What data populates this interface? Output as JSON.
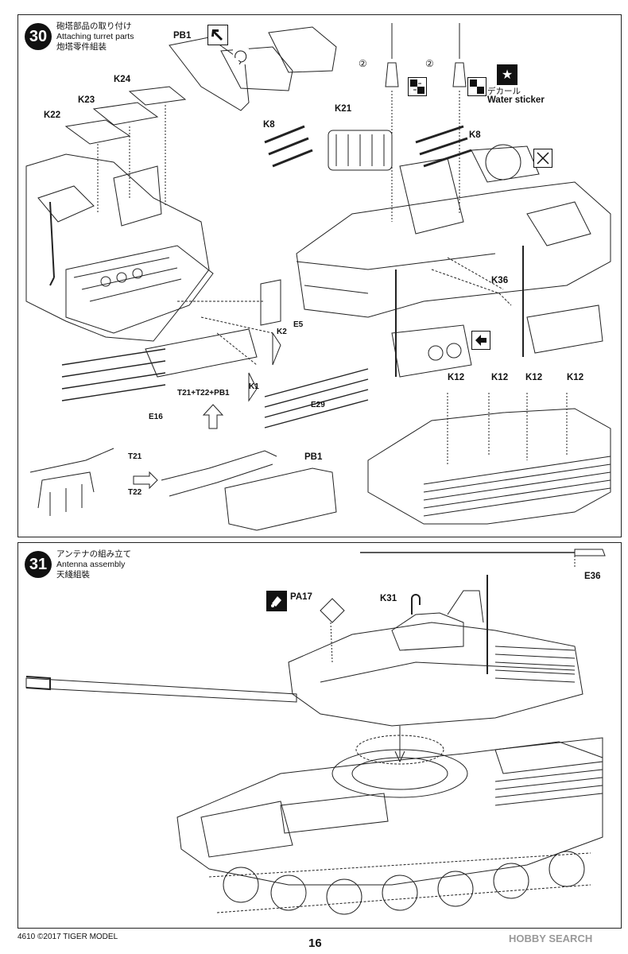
{
  "step30": {
    "number": "30",
    "title_jp": "砲塔部品の取り付け",
    "title_en": "Attaching turret parts",
    "title_cn": "炮塔零件組装",
    "labels": {
      "pb1_top": "PB1",
      "k24": "K24",
      "k23": "K23",
      "k22": "K22",
      "k21": "K21",
      "k8_left": "K8",
      "k8_right": "K8",
      "decal_jp": "デカール",
      "water_sticker": "Water sticker",
      "k36": "K36",
      "e5": "E5",
      "k2": "K2",
      "k1": "K1",
      "t21_t22_pb1": "T21+T22+PB1",
      "e29": "E29",
      "e16": "E16",
      "k12_1": "K12",
      "k12_2": "K12",
      "k12_3": "K12",
      "k12_4": "K12",
      "t21": "T21",
      "t22": "T22",
      "pb1_bottom": "PB1",
      "circ2_a": "②",
      "circ2_b": "②"
    }
  },
  "step31": {
    "number": "31",
    "title_jp": "アンテナの組み立て",
    "title_en": "Antenna assembly",
    "title_cn": "天綫組裝",
    "labels": {
      "e36": "E36",
      "pa17": "PA17",
      "k31": "K31"
    }
  },
  "footer": {
    "left": "4610  ©2017  TIGER MODEL",
    "page": "16",
    "watermark": "HOBBY SEARCH"
  },
  "icons": [
    "select-icon",
    "drill-flip-icon",
    "star-decal-icon",
    "no-glue-icon",
    "paint-icon",
    "rotate-arrow-icon",
    "up-arrow-icon"
  ]
}
